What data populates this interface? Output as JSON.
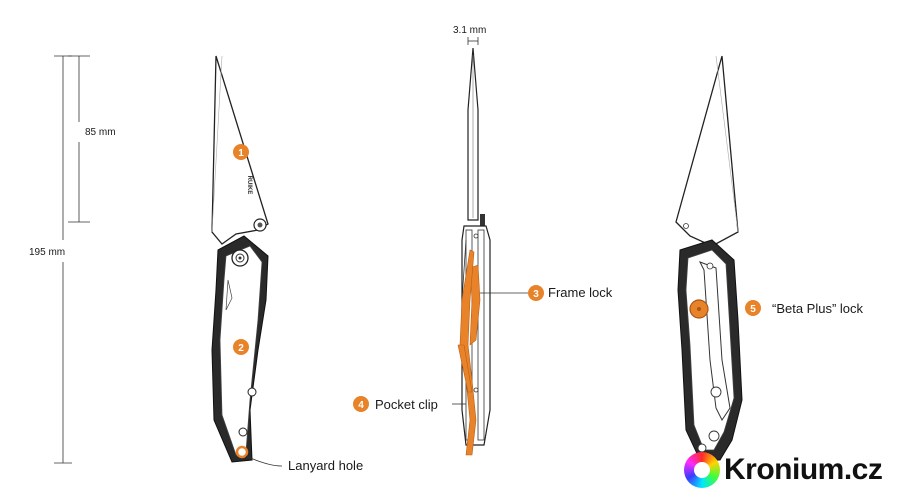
{
  "dimensions": {
    "blade_thickness": "3.1 mm",
    "blade_length": "85 mm",
    "total_length": "195 mm"
  },
  "callouts": [
    {
      "number": "1"
    },
    {
      "number": "2"
    },
    {
      "number": "3",
      "label": "Frame lock"
    },
    {
      "number": "4",
      "label": "Pocket clip"
    },
    {
      "number": "5",
      "label": "“Beta Plus” lock"
    }
  ],
  "lanyard_label": "Lanyard hole",
  "blade_mark": "RUIKE",
  "brand": {
    "name": "Kronium.cz"
  },
  "colors": {
    "accent": "#e8832a",
    "line": "#222222",
    "handle": "#2a2a2a"
  }
}
